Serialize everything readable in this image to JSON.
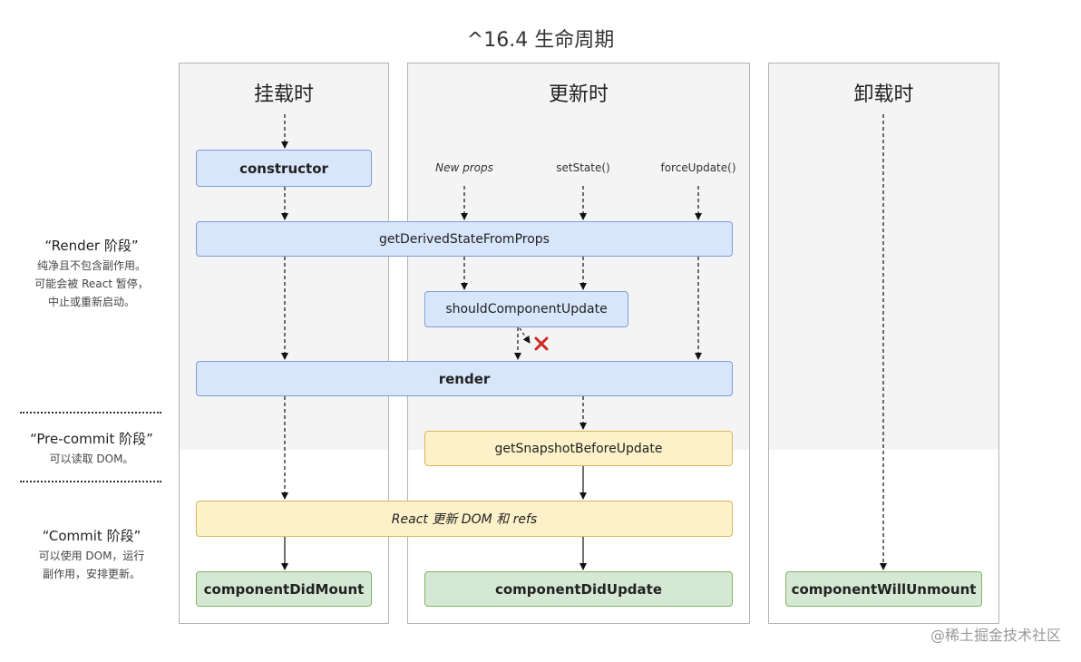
{
  "title": "^16.4 生命周期",
  "columns": {
    "mount": "挂载时",
    "update": "更新时",
    "unmount": "卸载时"
  },
  "phases": {
    "render": {
      "title": "“Render 阶段”",
      "desc": [
        "纯净且不包含副作用。",
        "可能会被 React 暂停，",
        "中止或重新启动。"
      ]
    },
    "precommit": {
      "title": "“Pre-commit 阶段”",
      "desc": [
        "可以读取 DOM。"
      ]
    },
    "commit": {
      "title": "“Commit 阶段”",
      "desc": [
        "可以使用 DOM，运行",
        "副作用，安排更新。"
      ]
    }
  },
  "triggers": {
    "new_props": "New props",
    "set_state": "setState()",
    "force_update": "forceUpdate()"
  },
  "nodes": {
    "constructor": "constructor",
    "get_derived_state": "getDerivedStateFromProps",
    "should_update": "shouldComponentUpdate",
    "render": "render",
    "get_snapshot": "getSnapshotBeforeUpdate",
    "react_updates_dom": "React 更新 DOM 和 refs",
    "did_mount": "componentDidMount",
    "did_update": "componentDidUpdate",
    "will_unmount": "componentWillUnmount"
  },
  "colors": {
    "render_node": "#d7e6fb",
    "commit_node": "#fdf1c9",
    "lifecycle_end_node": "#d5e8d4",
    "stop_mark": "#cc2a22"
  },
  "watermark": "@稀土掘金技术社区"
}
